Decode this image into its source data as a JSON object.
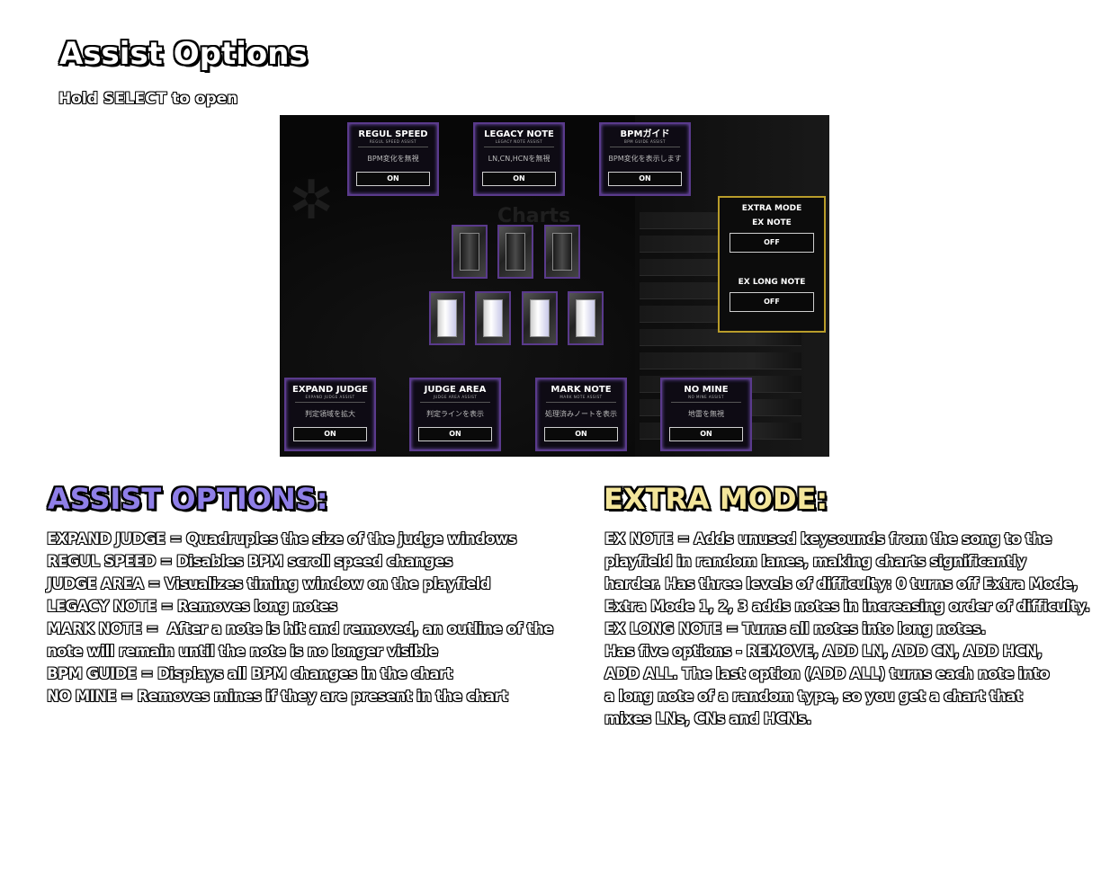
{
  "header": {
    "title": "Assist Options",
    "subtitle": "Hold SELECT to open"
  },
  "game_screen": {
    "bg_text": "Charts",
    "option_cards_top": [
      {
        "title": "REGUL SPEED",
        "sub": "REGUL SPEED ASSIST",
        "desc": "BPM変化を無視",
        "state": "ON"
      },
      {
        "title": "LEGACY NOTE",
        "sub": "LEGACY NOTE ASSIST",
        "desc": "LN,CN,HCNを無視",
        "state": "ON"
      },
      {
        "title": "BPMガイド",
        "sub": "BPM GUIDE ASSIST",
        "desc": "BPM変化を表示します",
        "state": "ON"
      }
    ],
    "option_cards_bottom": [
      {
        "title": "EXPAND JUDGE",
        "sub": "EXPAND JUDGE ASSIST",
        "desc": "判定領域を拡大",
        "state": "ON"
      },
      {
        "title": "JUDGE AREA",
        "sub": "JUDGE AREA ASSIST",
        "desc": "判定ラインを表示",
        "state": "ON"
      },
      {
        "title": "MARK NOTE",
        "sub": "MARK NOTE ASSIST",
        "desc": "処理済みノートを表示",
        "state": "ON"
      },
      {
        "title": "NO MINE",
        "sub": "NO MINE ASSIST",
        "desc": "地雷を無視",
        "state": "ON"
      }
    ],
    "extra_mode": {
      "title": "EXTRA MODE",
      "ex_note_label": "EX NOTE",
      "ex_note_value": "OFF",
      "ex_long_note_label": "EX LONG NOTE",
      "ex_long_note_value": "OFF"
    }
  },
  "assist_section": {
    "heading": "ASSIST OPTIONS:",
    "lines": [
      "EXPAND JUDGE = Quadruples the size of the judge windows",
      "REGUL SPEED = Disables BPM scroll speed changes",
      "JUDGE AREA = Visualizes timing window on the playfield",
      "LEGACY NOTE = Removes long notes",
      "MARK NOTE =  After a note is hit and removed, an outline of the",
      "note will remain until the note is no longer visible",
      "BPM GUIDE = Displays all BPM changes in the chart",
      "NO MINE = Removes mines if they are present in the chart"
    ]
  },
  "extra_section": {
    "heading": "EXTRA MODE:",
    "lines": [
      "EX NOTE = Adds unused keysounds from the song to the",
      "playfield in random lanes, making charts significantly",
      "harder. Has three levels of difficulty: 0 turns off Extra Mode,",
      "Extra Mode 1, 2, 3 adds notes in increasing order of difficulty.",
      "EX LONG NOTE = Turns all notes into long notes.",
      "Has five options - REMOVE, ADD LN, ADD CN, ADD HCN,",
      "ADD ALL. The last option (ADD ALL) turns each note into",
      "a long note of a random type, so you get a chart that",
      "mixes LNs, CNs and HCNs."
    ]
  }
}
